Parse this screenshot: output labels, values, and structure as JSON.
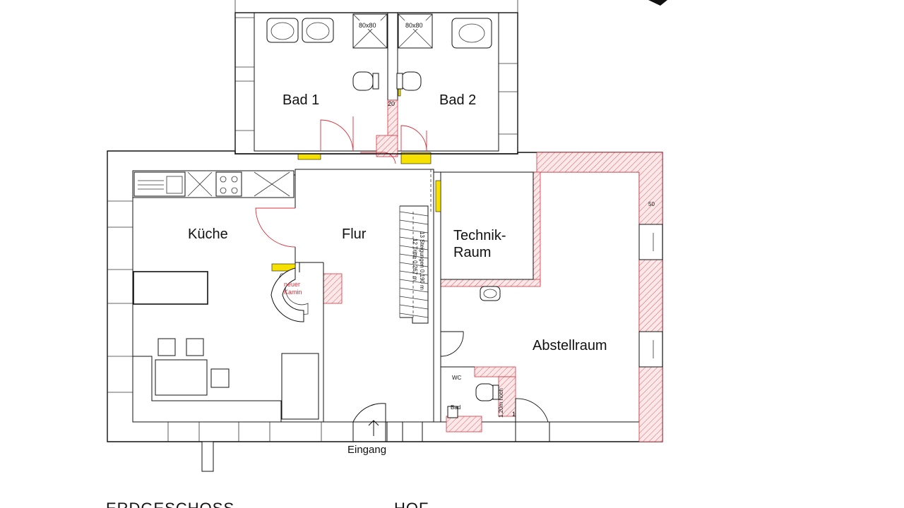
{
  "rooms": {
    "bad1": "Bad 1",
    "bad2": "Bad 2",
    "kueche": "Küche",
    "flur": "Flur",
    "technik_line1": "Technik-",
    "technik_line2": "Raum",
    "abstellraum": "Abstellraum"
  },
  "annotations": {
    "shower_left": "80x80",
    "shower_right": "80x80",
    "wall_thickness_bad": "20",
    "wall_thickness_right": "50",
    "kamin_line1": "neuer",
    "kamin_line2": "Kamin",
    "stairs_line1": "13 Steigungen 0,190 m",
    "stairs_line2": "12 Tritte 0,267 m",
    "wc_label": "WC",
    "bad_label": "Bad",
    "height_note": "1,20m hoch",
    "door_mark": "1"
  },
  "entrance": "Eingang",
  "footer": {
    "left": "ERDGESCHOSS",
    "right": "HOF"
  },
  "colors": {
    "wall": "#111111",
    "demolition": "#d9303b",
    "new_wall": "#f5e000"
  }
}
